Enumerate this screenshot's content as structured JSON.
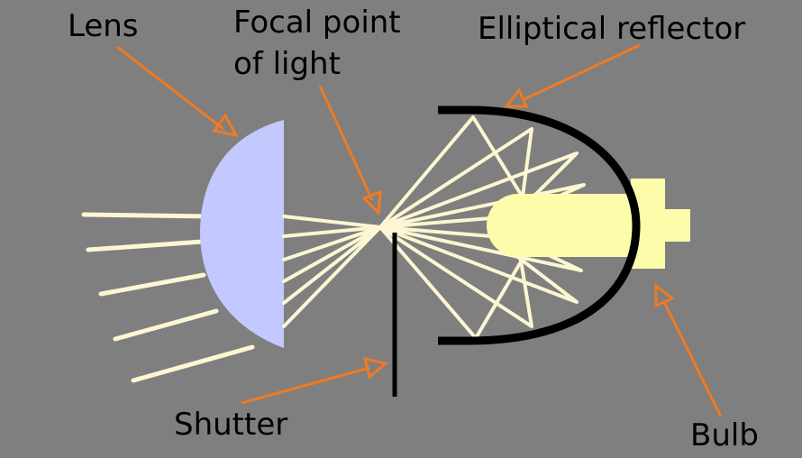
{
  "labels": {
    "lens": "Lens",
    "focal_line1": "Focal point",
    "focal_line2": "of light",
    "reflector": "Elliptical reflector",
    "shutter": "Shutter",
    "bulb": "Bulb"
  },
  "colors": {
    "background": "#7f7f7f",
    "lens": "#c3c8ff",
    "light_ray": "#fcf6d2",
    "bulb": "#fdfcaa",
    "reflector": "#000000",
    "arrow": "#f07a22",
    "text": "#000000"
  }
}
